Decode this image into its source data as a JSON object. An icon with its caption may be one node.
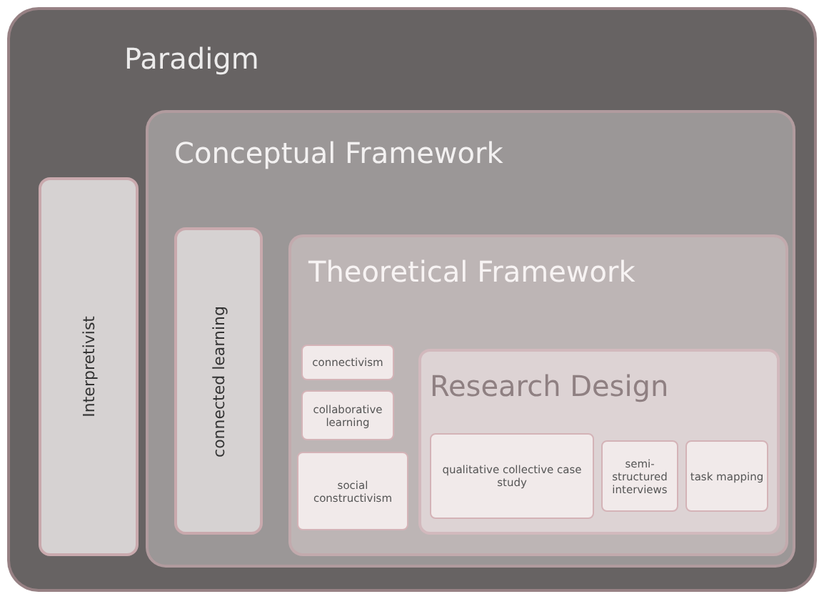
{
  "diagram": {
    "nodes": [
      {
        "text": [
          "Paradigm"
        ]
      },
      {
        "text": [
          "Interpretivist"
        ],
        "in": 0
      },
      {
        "text": [
          "Conceptual Framework"
        ],
        "in": 0
      },
      {
        "text": [
          "connected learning"
        ],
        "in": 2
      },
      {
        "text": [
          "Theoretical Framework"
        ],
        "in": 2
      },
      {
        "text": [
          "connectivism"
        ],
        "in": 4
      },
      {
        "text": [
          "collaborative learning"
        ],
        "in": 4
      },
      {
        "text": [
          "social constructivism"
        ],
        "in": 4
      },
      {
        "text": [
          "Research Design"
        ],
        "in": 4
      },
      {
        "text": [
          "qualitative collective case study"
        ],
        "in": 8
      },
      {
        "text": [
          "semi-structured interviews"
        ],
        "in": 8
      },
      {
        "text": [
          "task mapping"
        ],
        "in": 8
      }
    ]
  }
}
